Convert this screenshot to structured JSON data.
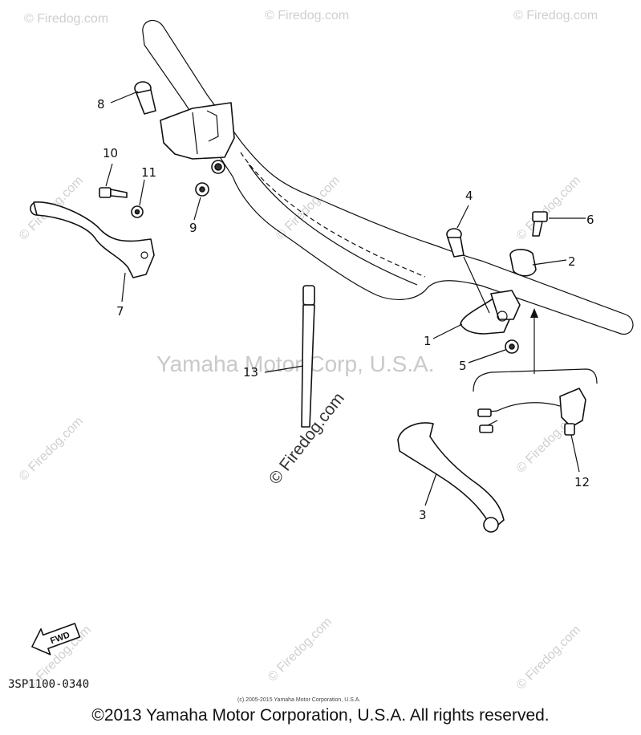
{
  "watermark": {
    "site": "© Firedog.com",
    "center": "Yamaha Motor Corp, U.S.A."
  },
  "parts": {
    "p1": "1",
    "p2": "2",
    "p3": "3",
    "p4": "4",
    "p5": "5",
    "p6": "6",
    "p7": "7",
    "p8": "8",
    "p9": "9",
    "p10": "10",
    "p11": "11",
    "p12": "12",
    "p13": "13"
  },
  "fwd_label": "FWD",
  "diagram_code": "3SP1100-0340",
  "small_copyright": "(c) 2005-2015 Yamaha Motor Corporation, U.S.A.",
  "copyright": "©2013 Yamaha Motor Corporation, U.S.A. All rights reserved."
}
